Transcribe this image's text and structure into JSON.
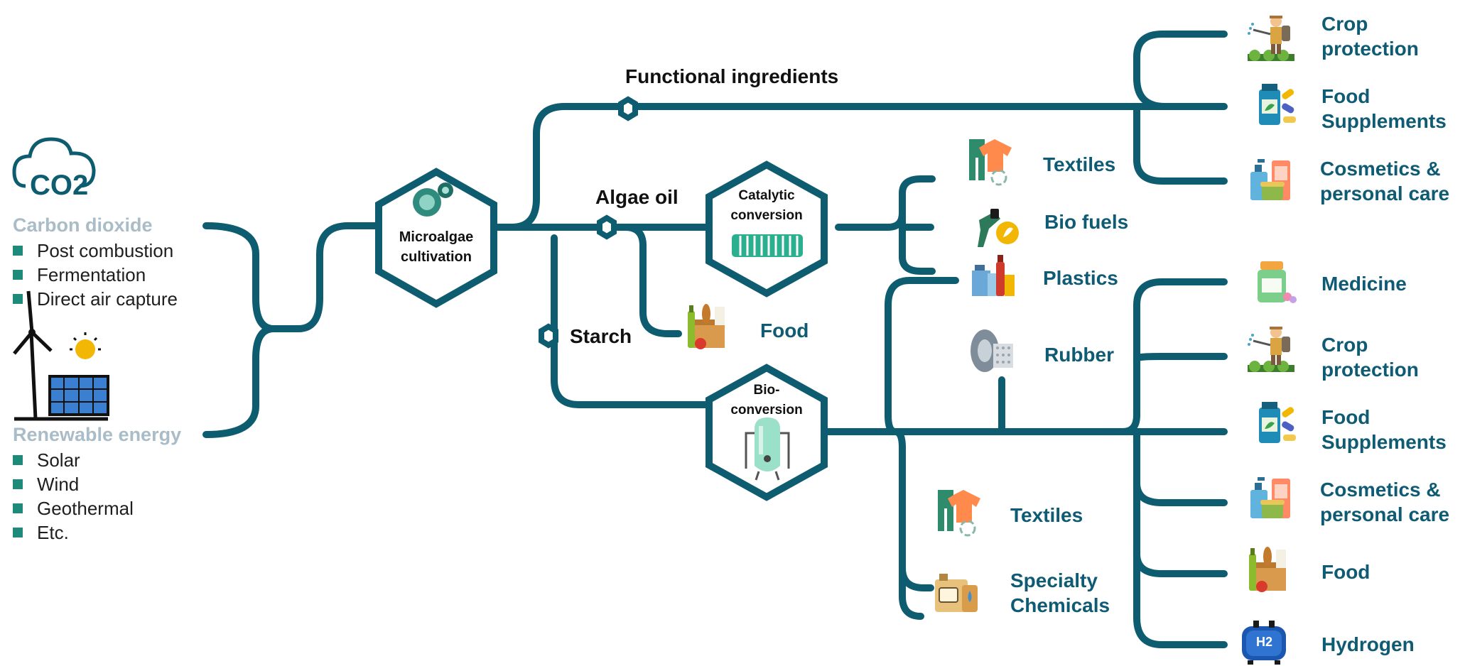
{
  "colors": {
    "line": "#0d5c70",
    "product": "#0f5b73",
    "source_title": "#a9bcc7",
    "bullet": "#1e8a7a"
  },
  "sources": {
    "carbon": {
      "icon": "co2-cloud-icon",
      "icon_text": "CO2",
      "title": "Carbon dioxide",
      "items": [
        "Post combustion",
        "Fermentation",
        "Direct air capture"
      ]
    },
    "energy": {
      "icon": "wind-solar-icon",
      "title": "Renewable energy",
      "items": [
        "Solar",
        "Wind",
        "Geothermal",
        "Etc."
      ]
    }
  },
  "hubs": {
    "cultivation": {
      "line1": "Microalgae",
      "line2": "cultivation",
      "icon": "microalgae-cells-icon"
    },
    "catalytic": {
      "line1": "Catalytic",
      "line2": "conversion",
      "icon": "reactor-icon"
    },
    "bio": {
      "line1": "Bio-",
      "line2": "conversion",
      "icon": "fermenter-tank-icon"
    }
  },
  "branches": {
    "functional": "Functional ingredients",
    "oil": "Algae oil",
    "starch": "Starch"
  },
  "products": {
    "fi_crop": {
      "line1": "Crop",
      "line2": "protection",
      "icon": "farmer-spraying-icon"
    },
    "fi_supp": {
      "line1": "Food",
      "line2": "Supplements",
      "icon": "supplements-bottle-icon"
    },
    "fi_cosm": {
      "line1": "Cosmetics &",
      "line2": "personal care",
      "icon": "cosmetics-icon"
    },
    "cat_tex": {
      "line1": "Textiles",
      "icon": "clothes-recycle-icon"
    },
    "cat_fuel": {
      "line1": "Bio fuels",
      "icon": "fuel-nozzle-icon"
    },
    "cat_plast": {
      "line1": "Plastics",
      "icon": "plastic-bottles-icon"
    },
    "oil_food": {
      "line1": "Food",
      "icon": "grocery-bag-icon"
    },
    "bio_rubber": {
      "line1": "Rubber",
      "icon": "tire-icon"
    },
    "bio_med": {
      "line1": "Medicine",
      "icon": "medicine-bottle-icon"
    },
    "bio_crop": {
      "line1": "Crop",
      "line2": "protection",
      "icon": "farmer-spraying-icon"
    },
    "bio_supp": {
      "line1": "Food",
      "line2": "Supplements",
      "icon": "supplements-bottle-icon"
    },
    "bio_cosm": {
      "line1": "Cosmetics &",
      "line2": "personal care",
      "icon": "cosmetics-icon"
    },
    "bio_food": {
      "line1": "Food",
      "icon": "grocery-bag-icon"
    },
    "bio_h2": {
      "line1": "Hydrogen",
      "icon": "hydrogen-tank-icon",
      "icon_text": "H2"
    },
    "bio_tex": {
      "line1": "Textiles",
      "icon": "clothes-recycle-icon"
    },
    "bio_chem": {
      "line1": "Specialty",
      "line2": "Chemicals",
      "icon": "chemical-canisters-icon"
    }
  }
}
